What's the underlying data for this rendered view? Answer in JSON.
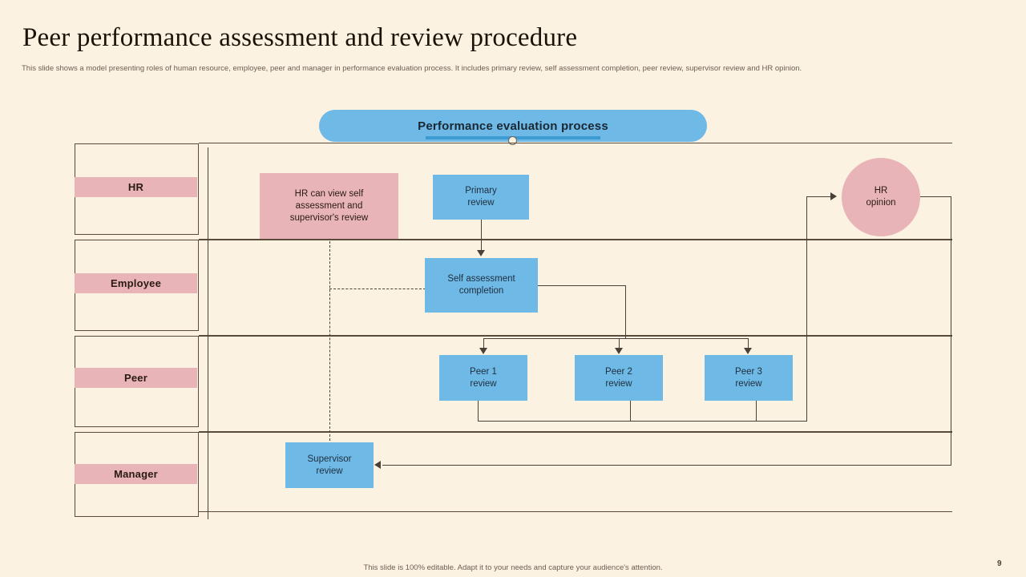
{
  "slide": {
    "title": "Peer performance assessment and review procedure",
    "subtitle": "This slide shows a model presenting roles of human resource, employee, peer and manager in performance evaluation process. It includes primary review, self assessment completion, peer review, supervisor review and HR opinion.",
    "footer_note": "This slide is 100% editable. Adapt it to your needs and capture your audience's attention.",
    "page_number": "9",
    "background_color": "#FCF2E2"
  },
  "banner": {
    "label": "Performance evaluation process",
    "fill_color": "#6EB9E5",
    "underline_color": "#3D9BD1"
  },
  "colors": {
    "blue_node": "#6EB9E5",
    "pink_node": "#E8B4B8",
    "line": "#4A4038",
    "lane_border": "#5A4A3A",
    "text_dark": "#1C1208"
  },
  "lanes": [
    {
      "label": "HR"
    },
    {
      "label": "Employee"
    },
    {
      "label": "Peer"
    },
    {
      "label": "Manager"
    }
  ],
  "nodes": {
    "hr_note": {
      "text": "HR can view self assessment and supervisor's review",
      "lane": "HR",
      "shape": "rect",
      "color": "#E8B4B8"
    },
    "primary": {
      "text": "Primary review",
      "lane": "HR",
      "shape": "rect",
      "color": "#6EB9E5"
    },
    "hr_opinion": {
      "text": "HR opinion",
      "lane": "HR",
      "shape": "circle",
      "color": "#E8B4B8"
    },
    "self_assess": {
      "text": "Self assessment completion",
      "lane": "Employee",
      "shape": "rect",
      "color": "#6EB9E5"
    },
    "peer1": {
      "text": "Peer 1 review",
      "lane": "Peer",
      "shape": "rect",
      "color": "#6EB9E5"
    },
    "peer2": {
      "text": "Peer 2 review",
      "lane": "Peer",
      "shape": "rect",
      "color": "#6EB9E5"
    },
    "peer3": {
      "text": "Peer 3 review",
      "lane": "Peer",
      "shape": "rect",
      "color": "#6EB9E5"
    },
    "supervisor": {
      "text": "Supervisor review",
      "lane": "Manager",
      "shape": "rect",
      "color": "#6EB9E5"
    }
  },
  "node_lines": {
    "hr_note_l1": "HR can view self",
    "hr_note_l2": "assessment and",
    "hr_note_l3": "supervisor's  review",
    "primary_l1": "Primary",
    "primary_l2": "review",
    "hr_opinion_l1": "HR",
    "hr_opinion_l2": "opinion",
    "self_l1": "Self assessment",
    "self_l2": "completion",
    "peer1_l1": "Peer 1",
    "peer1_l2": "review",
    "peer2_l1": "Peer 2",
    "peer2_l2": "review",
    "peer3_l1": "Peer 3",
    "peer3_l2": "review",
    "sup_l1": "Supervisor",
    "sup_l2": "review"
  }
}
